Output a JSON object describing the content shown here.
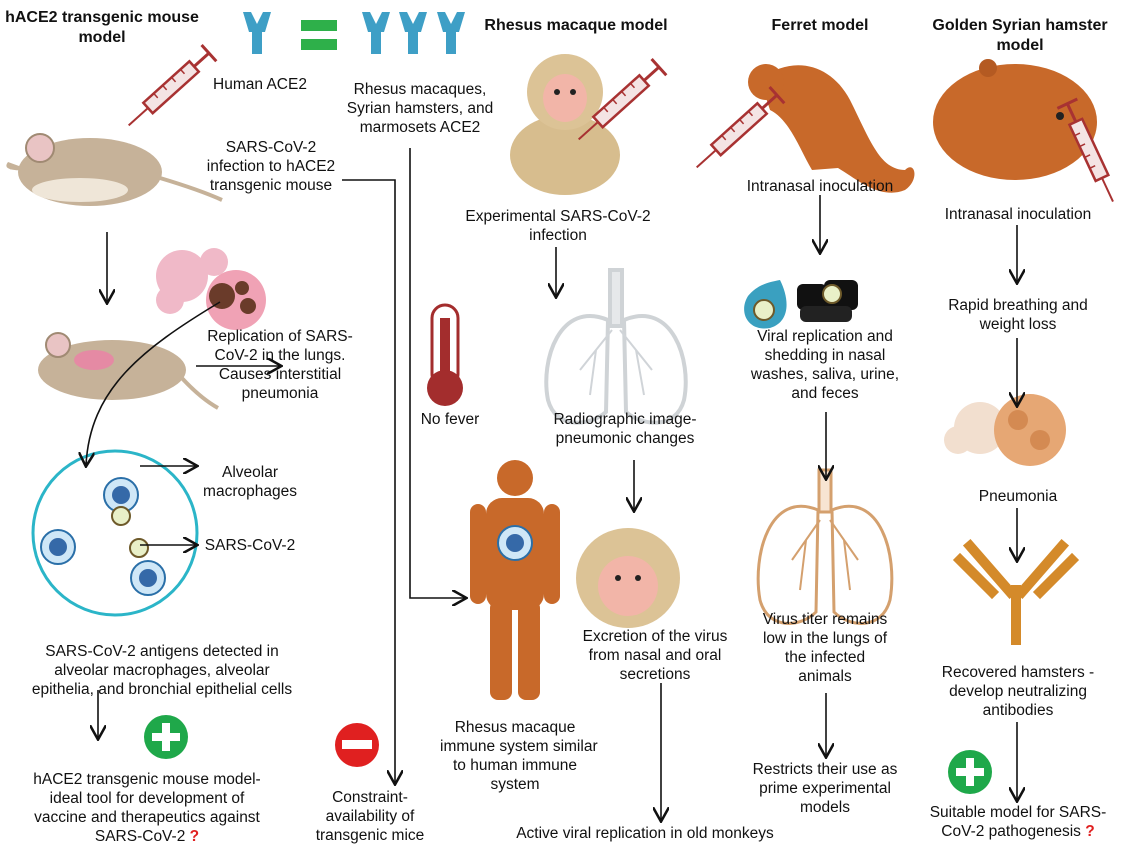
{
  "headers": {
    "mouse": [
      "hACE2 transgenic mouse",
      "model"
    ],
    "macaque": "Rhesus macaque model",
    "ferret": "Ferret model",
    "hamster": [
      "Golden Syrian hamster",
      "model"
    ]
  },
  "ace2": {
    "human": "Human ACE2",
    "animal": [
      "Rhesus macaques,",
      "Syrian hamsters, and",
      "marmosets ACE2"
    ]
  },
  "mouse": {
    "infection": [
      "SARS-CoV-2",
      "infection to hACE2",
      "transgenic mouse"
    ],
    "replication": [
      "Replication of SARS-",
      "CoV-2 in the lungs.",
      "Causes interstitial",
      "pneumonia"
    ],
    "macrophages_label": [
      "Alveolar",
      "macrophages"
    ],
    "virus_label": "SARS-CoV-2",
    "antigens": [
      "SARS-CoV-2 antigens detected in",
      "alveolar macrophages, alveolar",
      "epithelia, and bronchial epithelial cells"
    ],
    "conclusion": [
      "hACE2 transgenic mouse model-",
      "ideal tool for development of",
      "vaccine and therapeutics against",
      "SARS-CoV-2"
    ],
    "question": "?",
    "constraint": [
      "Constraint-",
      "availability of",
      "transgenic mice"
    ]
  },
  "macaque": {
    "infection": [
      "Experimental SARS-CoV-2",
      "infection"
    ],
    "no_fever": "No fever",
    "radiograph": [
      "Radiographic image-",
      "pneumonic changes"
    ],
    "excretion": [
      "Excretion of the virus",
      "from nasal and oral",
      "secretions"
    ],
    "immune": [
      "Rhesus macaque",
      "immune system similar",
      "to human immune",
      "system"
    ],
    "active": "Active viral replication in old monkeys"
  },
  "ferret": {
    "inoculation": "Intranasal inoculation",
    "shedding": [
      "Viral replication and",
      "shedding in nasal",
      "washes, saliva, urine,",
      "and feces"
    ],
    "titer": [
      "Virus titer remains",
      "low in the lungs of",
      "the infected",
      "animals"
    ],
    "restricts": [
      "Restricts their use as",
      "prime experimental",
      "models"
    ]
  },
  "hamster": {
    "inoculation": "Intranasal inoculation",
    "breathing": [
      "Rapid breathing and",
      "weight loss"
    ],
    "pneumonia": "Pneumonia",
    "recovered": [
      "Recovered hamsters -",
      "develop neutralizing",
      "antibodies"
    ],
    "suitable": [
      "Suitable model for SARS-",
      "CoV-2 pathogenesis"
    ],
    "question": "?"
  },
  "colors": {
    "animal": "#c8692a",
    "receptor": "#3e9fc6",
    "equals": "#2eb04a",
    "syringe": "#a83232",
    "minus": "#e02020",
    "plus": "#1fa84a"
  }
}
